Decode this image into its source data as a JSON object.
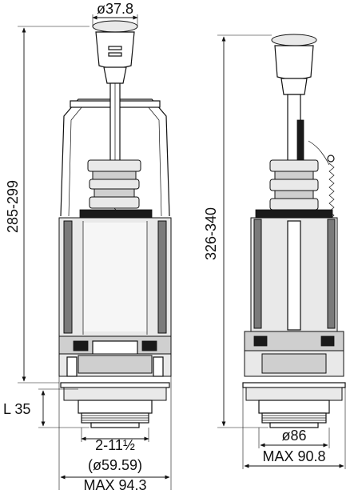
{
  "dimensions": {
    "top_diameter": "ø37.8",
    "height_front": "285-299",
    "height_side": "326-340",
    "thread_length": "L 35",
    "thread_size": "2-11½",
    "thread_diameter": "(ø59.59)",
    "max_front_width": "MAX 94.3",
    "base_diameter": "ø86",
    "max_side_width": "MAX 90.8"
  }
}
